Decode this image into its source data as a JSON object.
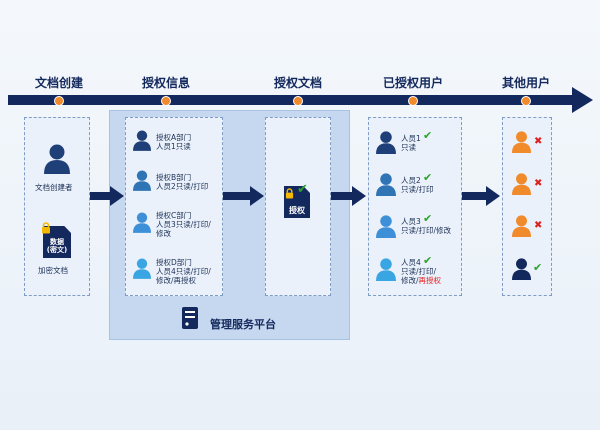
{
  "stages": [
    {
      "label": "文档创建"
    },
    {
      "label": "授权信息"
    },
    {
      "label": "授权文档"
    },
    {
      "label": "已授权用户"
    },
    {
      "label": "其他用户"
    }
  ],
  "creation": {
    "creator_label": "文档创建者",
    "doc_text_line1": "数据",
    "doc_text_line2": "(密文)",
    "doc_label": "加密文档"
  },
  "auth_info": [
    {
      "line1": "授权A部门",
      "line2": "人员1只读",
      "line3": ""
    },
    {
      "line1": "授权B部门",
      "line2": "人员2只读/打印",
      "line3": ""
    },
    {
      "line1": "授权C部门",
      "line2": "人员3只读/打印/",
      "line3": "修改"
    },
    {
      "line1": "授权D部门",
      "line2": "人员4只读/打印/",
      "line3": "修改/再授权"
    }
  ],
  "auth_doc": {
    "label": "授权"
  },
  "authorized_users": [
    {
      "name": "人员1",
      "perm1": "只读",
      "perm2": "",
      "perm2_red": ""
    },
    {
      "name": "人员2",
      "perm1": "只读/打印",
      "perm2": "",
      "perm2_red": ""
    },
    {
      "name": "人员3",
      "perm1": "只读/打印/修改",
      "perm2": "",
      "perm2_red": ""
    },
    {
      "name": "人员4",
      "perm1": "只读/打印/",
      "perm2": "修改/",
      "perm2_red": "再授权"
    }
  ],
  "other_users": [
    {
      "status": "denied"
    },
    {
      "status": "denied"
    },
    {
      "status": "denied"
    },
    {
      "status": "allowed"
    }
  ],
  "platform": {
    "label": "管理服务平台"
  },
  "colors": {
    "navy": "#13285c",
    "dept_a": "#1f3f78",
    "dept_b": "#2f74b5",
    "dept_c": "#3d8fd8",
    "dept_d": "#39a6e3",
    "orange": "#f08a2b",
    "check": "#2aa32a",
    "cross": "#e02020"
  }
}
